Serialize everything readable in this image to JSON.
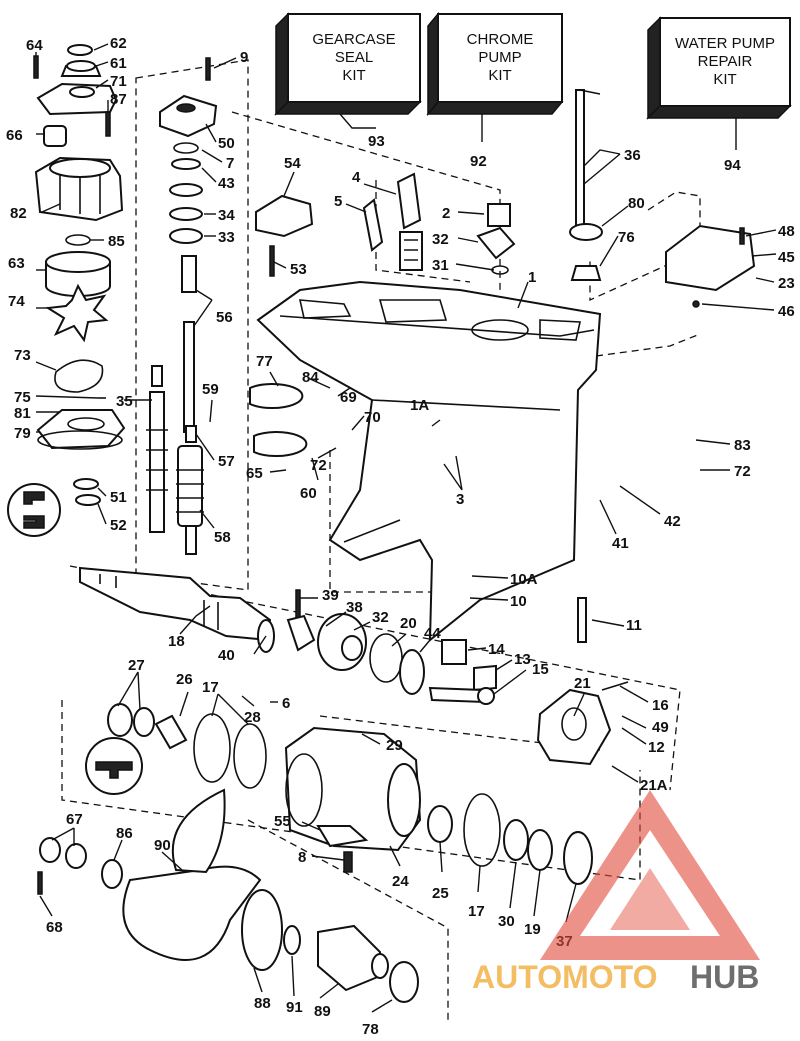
{
  "kits": [
    {
      "id": "gearcase-seal-kit",
      "lines": [
        "GEARCASE",
        "SEAL",
        "KIT"
      ],
      "ref": "93"
    },
    {
      "id": "chrome-pump-kit",
      "lines": [
        "CHROME",
        "PUMP",
        "KIT"
      ],
      "ref": "92"
    },
    {
      "id": "water-pump-repair-kit",
      "lines": [
        "WATER PUMP",
        "REPAIR",
        "KIT"
      ],
      "ref": "94"
    }
  ],
  "callouts": [
    "64",
    "62",
    "61",
    "71",
    "87",
    "66",
    "9",
    "50",
    "7",
    "43",
    "34",
    "33",
    "82",
    "85",
    "63",
    "74",
    "73",
    "75",
    "81",
    "79",
    "35",
    "59",
    "57",
    "51",
    "52",
    "54",
    "53",
    "56",
    "58",
    "77",
    "84",
    "69",
    "70",
    "65",
    "72",
    "60",
    "4",
    "5",
    "2",
    "32",
    "31",
    "1",
    "36",
    "80",
    "76",
    "48",
    "45",
    "23",
    "46",
    "1A",
    "3",
    "83",
    "41",
    "42",
    "10A",
    "10",
    "11",
    "39",
    "38",
    "20",
    "44",
    "14",
    "13",
    "15",
    "18",
    "40",
    "27",
    "26",
    "17",
    "28",
    "6",
    "21",
    "16",
    "49",
    "12",
    "21A",
    "29",
    "55",
    "8",
    "24",
    "25",
    "30",
    "19",
    "37",
    "67",
    "86",
    "90",
    "68",
    "88",
    "91",
    "89",
    "78"
  ],
  "watermark": {
    "part1": "AUTOMOTO",
    "part2": "HUB",
    "accent": "#e24a3a"
  }
}
